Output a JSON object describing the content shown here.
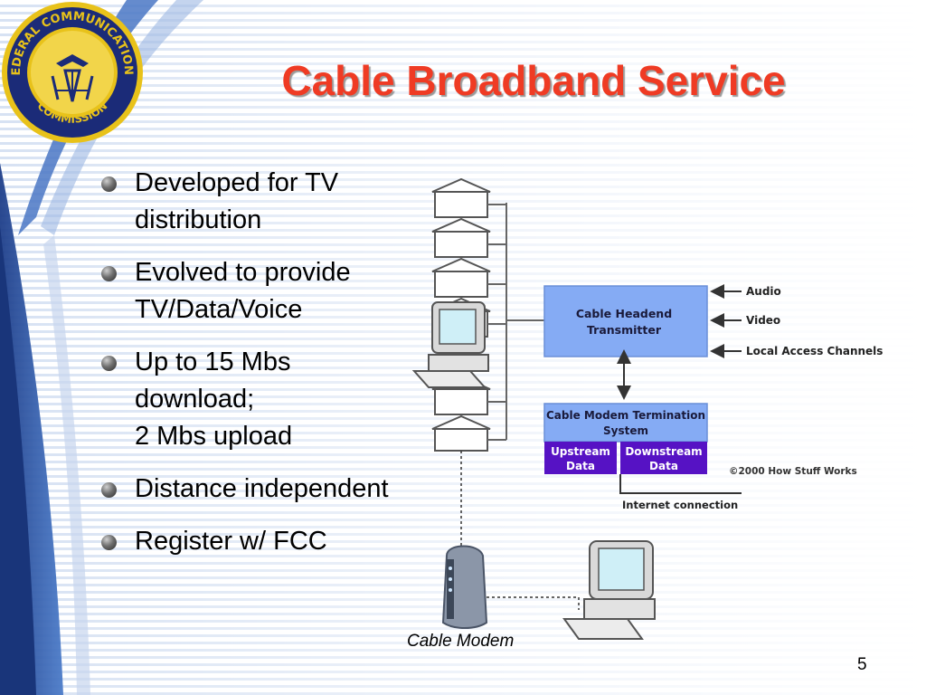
{
  "seal": {
    "top_text": "FEDERAL COMMUNICATIONS",
    "bottom_text": "COMMISSION"
  },
  "title": "Cable Broadband Service",
  "bullets": [
    {
      "lines": [
        "Developed for TV",
        "distribution"
      ]
    },
    {
      "lines": [
        "Evolved to provide",
        "TV/Data/Voice"
      ]
    },
    {
      "lines": [
        "Up to 15 Mbs",
        "download;",
        "2 Mbs upload"
      ]
    },
    {
      "lines": [
        "Distance independent"
      ]
    },
    {
      "lines": [
        "Register w/ FCC"
      ]
    }
  ],
  "diagram": {
    "headend_line1": "Cable Headend",
    "headend_line2": "Transmitter",
    "inputs": [
      "Audio",
      "Video",
      "Local Access Channels"
    ],
    "cmts_line1": "Cable Modem Termination",
    "cmts_line2": "System",
    "upstream_line1": "Upstream",
    "upstream_line2": "Data",
    "downstream_line1": "Downstream",
    "downstream_line2": "Data",
    "copyright": "©2000 How Stuff Works",
    "internet": "Internet connection",
    "modem_caption": "Cable Modem"
  },
  "page_number": "5",
  "colors": {
    "title": "#ef3b24",
    "headend_fill": "#85abf4",
    "data_fill": "#5612c4",
    "seal_navy": "#1b2b78",
    "seal_gold": "#e8c21a",
    "stripe_blue": "#2f58a6"
  }
}
